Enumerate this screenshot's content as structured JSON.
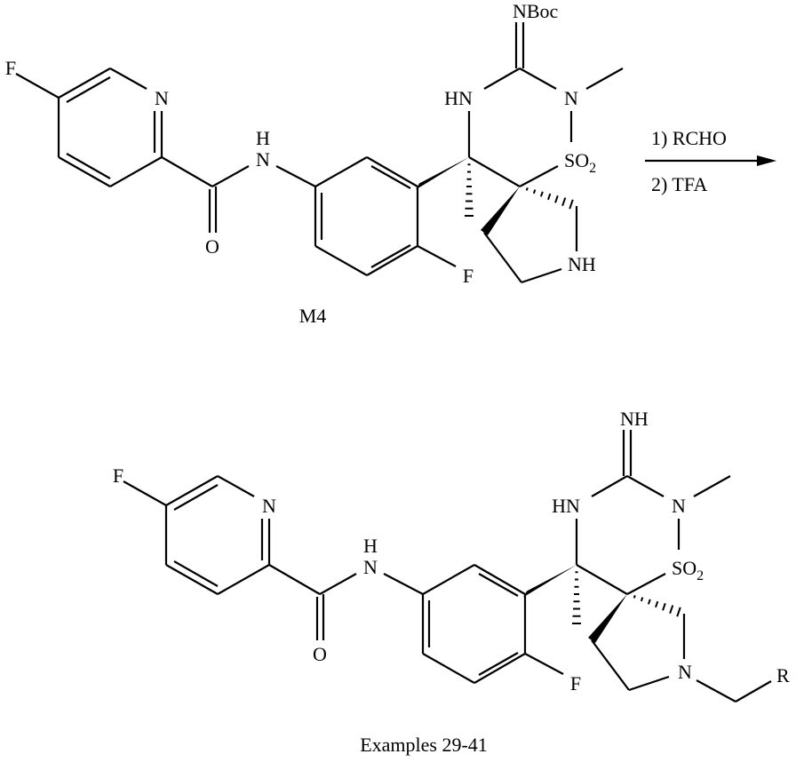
{
  "reactant": {
    "name": "M4",
    "atoms": {
      "f_pyridine": "F",
      "n_pyridine": "N",
      "amide_h": "H",
      "amide_n": "N",
      "amide_o": "O",
      "hn": "HN",
      "n_methyl": "N",
      "imine": "NBoc",
      "so": "SO",
      "so_sub": "2",
      "f_aryl": "F",
      "pyrrolidine_n": "NH"
    }
  },
  "reaction": {
    "step1": "1) RCHO",
    "step2": "2) TFA"
  },
  "product": {
    "name": "Examples 29-41",
    "atoms": {
      "f_pyridine": "F",
      "n_pyridine": "N",
      "amide_h": "H",
      "amide_n": "N",
      "amide_o": "O",
      "hn": "HN",
      "n_methyl": "N",
      "imine": "NH",
      "so": "SO",
      "so_sub": "2",
      "f_aryl": "F",
      "pyrrolidine_n": "N",
      "r_group": "R"
    }
  },
  "colors": {
    "ink": "#000000",
    "background": "#ffffff"
  }
}
